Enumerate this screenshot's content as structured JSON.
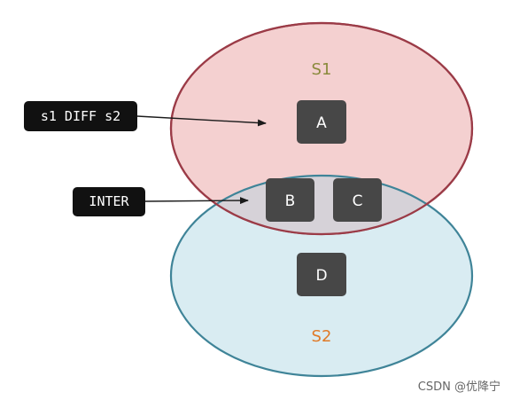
{
  "diagram": {
    "sets": {
      "s1": {
        "label": "S1",
        "label_color": "#8a8a3c",
        "fill": "#f4d0d0",
        "stroke": "#9b3b47"
      },
      "s2": {
        "label": "S2",
        "label_color": "#e07a28",
        "fill": "#d9ecf2",
        "stroke": "#3f8498"
      },
      "overlap_fill": "#d6d2d8"
    },
    "elements": {
      "a": "A",
      "b": "B",
      "c": "C",
      "d": "D"
    },
    "element_style": {
      "fill": "#474747",
      "text_color": "#ffffff"
    },
    "callouts": {
      "diff": "s1 DIFF s2",
      "inter": "INTER"
    },
    "callout_style": {
      "fill": "#111111",
      "text_color": "#ffffff"
    }
  },
  "watermark": "CSDN @优降宁"
}
